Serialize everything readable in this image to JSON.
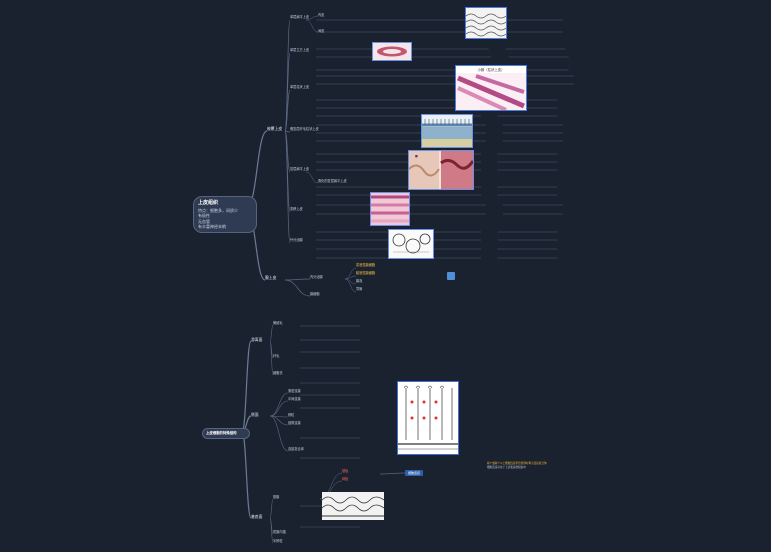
{
  "map_top": {
    "root_title": "上皮组织",
    "root_sub": [
      "特点：细胞多，间质少",
      "有极性",
      "无血管",
      "有丰富神经末梢"
    ],
    "branches": [
      {
        "label": "被覆上皮"
      },
      {
        "label": "腺上皮"
      }
    ],
    "leaves": [
      "单层扁平上皮",
      "内皮",
      "间皮",
      "单层立方上皮",
      "单层柱状上皮",
      "假复层纤毛柱状上皮",
      "复层扁平上皮",
      "角化的复层扁平上皮",
      "变移上皮",
      "外分泌腺",
      "内分泌腺",
      "腺细胞",
      "浆液性腺细胞",
      "黏液性腺细胞",
      "腺泡",
      "导管"
    ],
    "img_caption": "小肠（柱状上皮）"
  },
  "map_bottom": {
    "root_title": "上皮细胞的特殊结构",
    "branches": [
      {
        "label": "游离面"
      },
      {
        "label": "侧面"
      },
      {
        "label": "基底面"
      }
    ],
    "leaves": [
      "微绒毛",
      "纤毛",
      "细胞衣",
      "紧密连接",
      "中间连接",
      "桥粒",
      "缝隙连接",
      "连接复合体",
      "基膜",
      "质膜内褶",
      "半桥粒",
      "基板",
      "网板"
    ],
    "highlight_box": "细胞连接",
    "note_lines": [
      "两个或两个以上细胞连接紧密相邻时称为连接复合体",
      "细胞连接存在于上皮和其他组织中"
    ]
  }
}
